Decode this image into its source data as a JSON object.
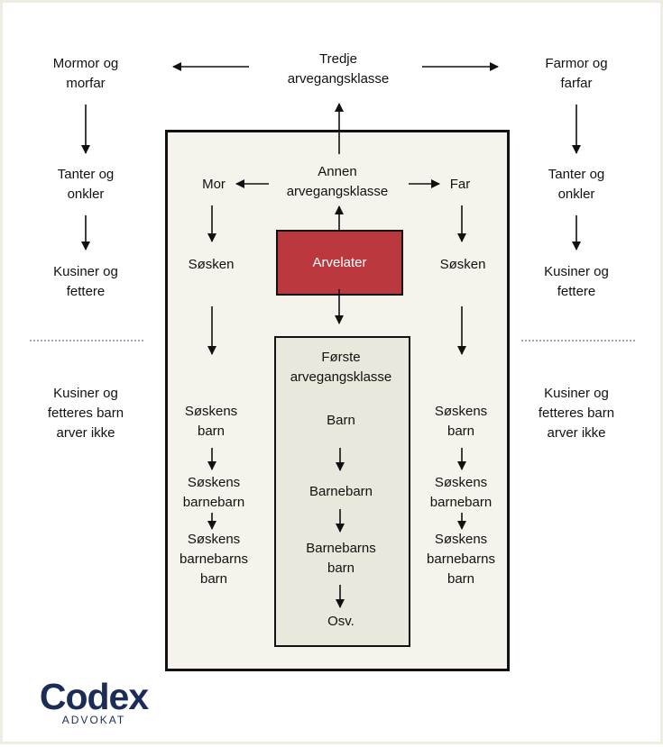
{
  "nodes": {
    "third_class": "Tredje\narvegangsklasse",
    "maternal_grandparents": "Mormor og\nmorfar",
    "paternal_grandparents": "Farmor og\nfarfar",
    "maternal_aunts_uncles": "Tanter og\nonkler",
    "paternal_aunts_uncles": "Tanter og\nonkler",
    "maternal_cousins": "Kusiner og\nfettere",
    "paternal_cousins": "Kusiner og\nfettere",
    "maternal_cousins_children": "Kusiner og\nfetteres barn\narver ikke",
    "paternal_cousins_children": "Kusiner og\nfetteres barn\narver ikke",
    "second_class": "Annen\narvegangsklasse",
    "mother": "Mor",
    "father": "Far",
    "testator": "Arvelater",
    "maternal_siblings": "Søsken",
    "paternal_siblings": "Søsken",
    "maternal_siblings_children": "Søskens\nbarn",
    "paternal_siblings_children": "Søskens\nbarn",
    "maternal_siblings_grandchildren": "Søskens\nbarnebarn",
    "paternal_siblings_grandchildren": "Søskens\nbarnebarn",
    "maternal_siblings_great_grandchildren": "Søskens\nbarnebarns\nbarn",
    "paternal_siblings_great_grandchildren": "Søskens\nbarnebarns\nbarn",
    "first_class": "Første\narvegangsklasse",
    "children": "Barn",
    "grandchildren": "Barnebarn",
    "great_grandchildren": "Barnebarns\nbarn",
    "etc": "Osv."
  },
  "logo": {
    "word": "Codex",
    "sub": "ADVOKAT"
  },
  "colors": {
    "testator_fill": "#bb383e",
    "inner_box_fill": "#f6f3ec",
    "first_class_fill": "#eae7dc",
    "separator": "#9aa4bd",
    "logo": "#1b2c57"
  }
}
